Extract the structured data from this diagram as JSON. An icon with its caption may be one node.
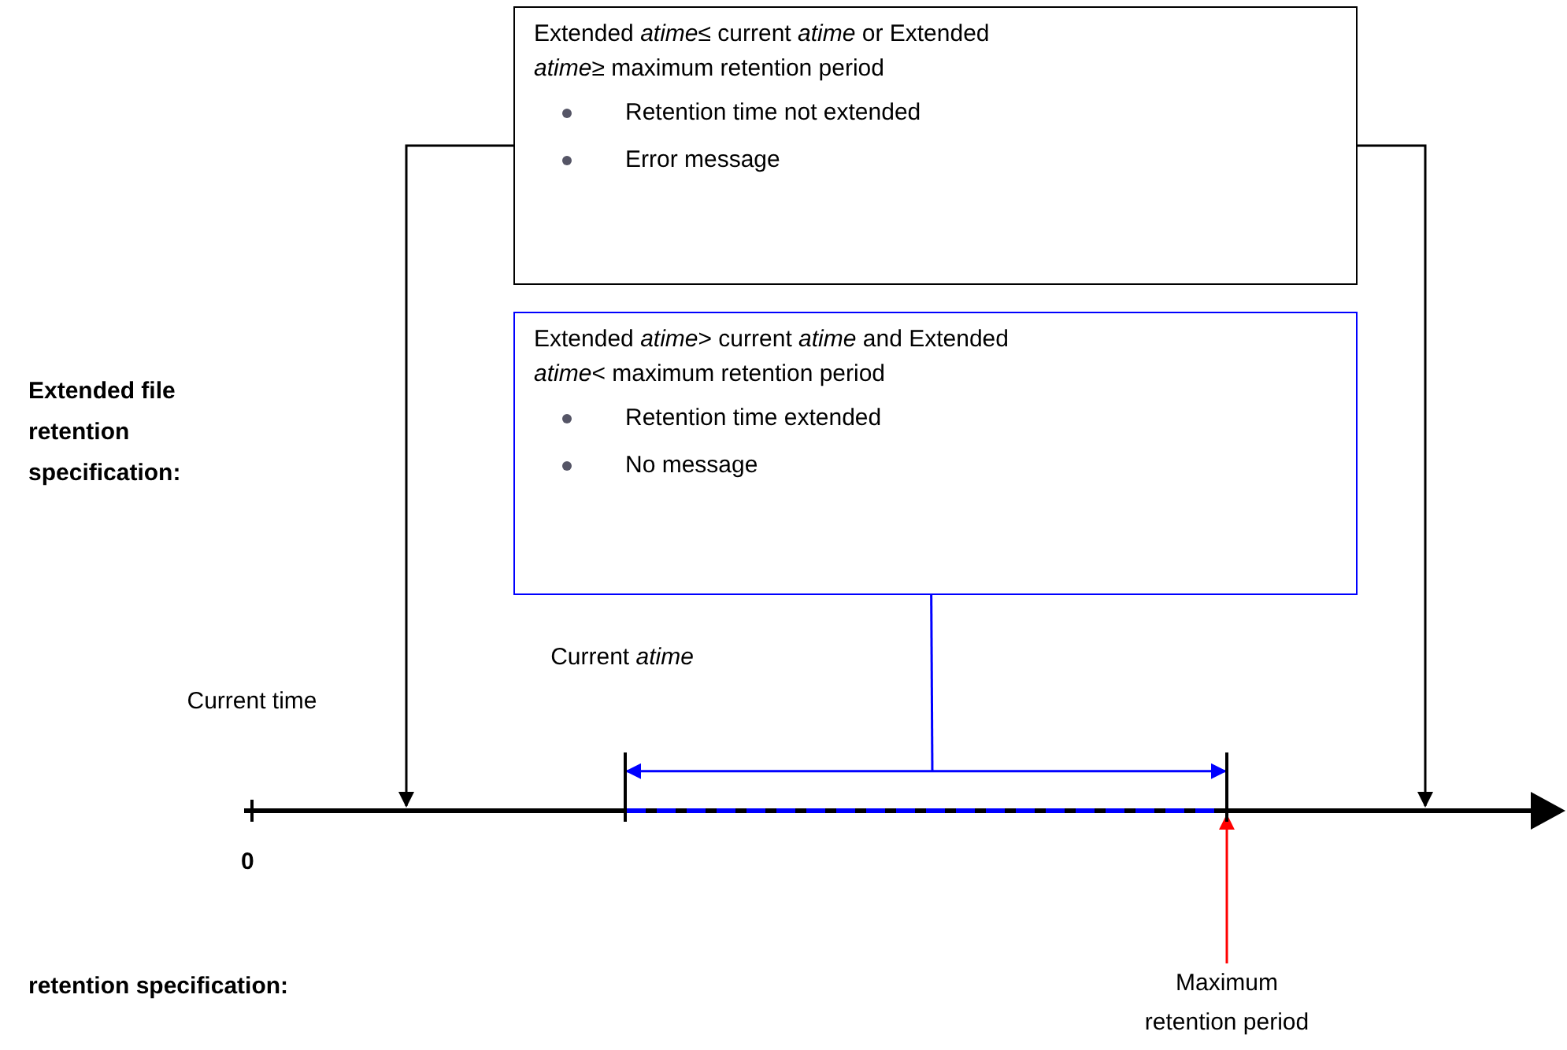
{
  "diagram": {
    "nodes": [
      {
        "text": [
          "Extended *atime*≤ current *atime* or Extended *atime*≥ maximum retention period",
          "Retention time not extended",
          "Error message"
        ]
      },
      {
        "text": [
          "Extended *atime*> current *atime* and Extended *atime*< maximum retention period",
          "Retention time extended",
          "No message"
        ]
      },
      {
        "text": [
          "Current *atime*"
        ]
      },
      {
        "text": [
          "Maximum retention period"
        ]
      },
      {
        "text": [],
        "shape": "bar"
      },
      {
        "text": [],
        "shape": "bar"
      }
    ],
    "edges": [
      {
        "from": 0,
        "to": null,
        "arrow": "to",
        "color": "#000000"
      },
      {
        "from": 0,
        "to": null,
        "arrow": "to",
        "color": "#000000"
      },
      {
        "from": 1,
        "to": null,
        "arrow": "none",
        "color": "#0000ff"
      },
      {
        "from": 4,
        "to": 5,
        "arrow": "both",
        "color": "#0000ff"
      },
      {
        "from": 4,
        "to": 5,
        "arrow": "none",
        "style": "dashed",
        "color": "#0000ff"
      },
      {
        "from": 3,
        "to": 5,
        "arrow": "to",
        "color": "#ff0000"
      }
    ],
    "labels": [
      "Extended file retention specification:",
      "Current time",
      "0",
      "retention specification:"
    ]
  }
}
